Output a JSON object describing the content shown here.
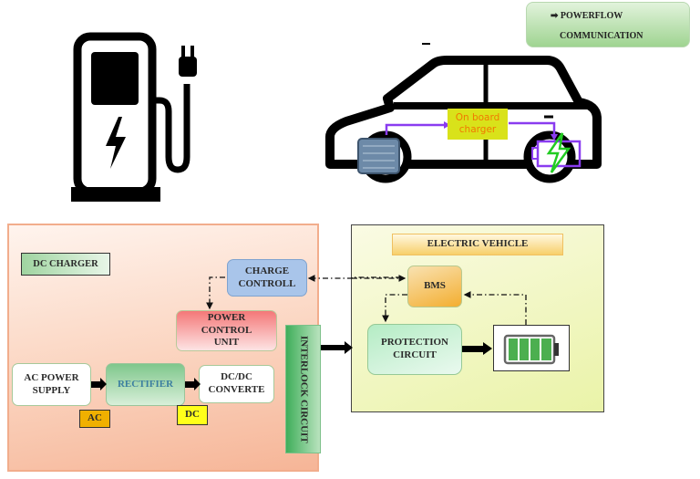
{
  "legend": {
    "power_flow": "POWERFLOW",
    "communication": "COMMUNICATION"
  },
  "car": {
    "onboard_charger": "On board charger"
  },
  "dc_charger": {
    "title": "DC CHARGER",
    "charge_controller": "CHARGE CONTROLL",
    "power_control_unit": "POWER CONTROL UNIT",
    "ac_power_supply": "AC POWER SUPPLY",
    "rectifier": "RECTIFIER",
    "dcdc_converter": "DC/DC CONVERTE",
    "ac_tag": "AC",
    "dc_tag": "DC",
    "interlock": "INTERLOCK CIRCUIT"
  },
  "electric_vehicle": {
    "title": "ELECTRIC VEHICLE",
    "bms": "BMS",
    "protection_circuit": "PROTECTION CIRCUIT"
  },
  "colors": {
    "dc_panel": "#f8c3a8",
    "ev_panel": "#eef5c0",
    "charge_controller": "#a9c5ea",
    "battery_cell": "#4caf50",
    "arrow_purple": "#8a3cf0"
  }
}
